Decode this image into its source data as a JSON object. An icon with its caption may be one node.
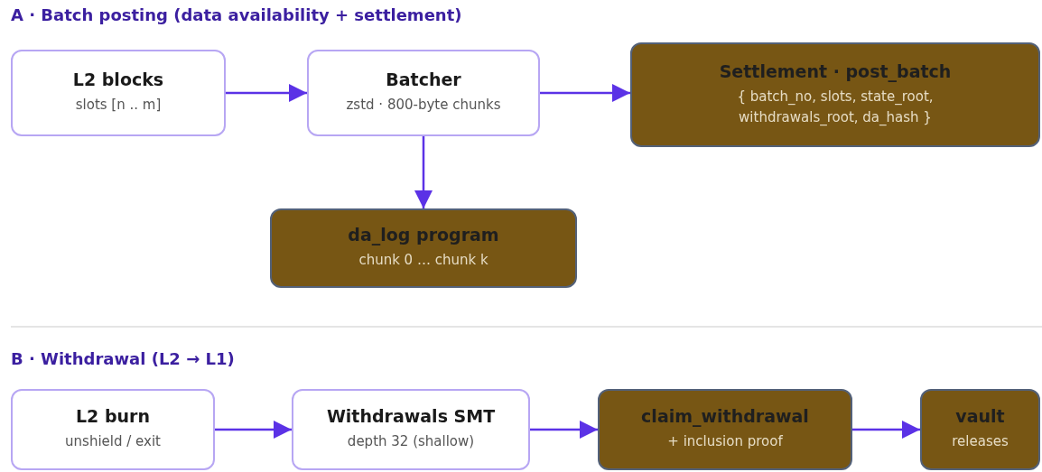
{
  "diagram": {
    "nodes": [
      {
        "text": [
          "L2 blocks",
          "slots [n .. m]"
        ]
      },
      {
        "text": [
          "Batcher",
          "zstd · 800-byte chunks"
        ]
      },
      {
        "text": [
          "Settlement · post_batch",
          "{ batch_no, slots, state_root, withdrawals_root, da_hash }"
        ]
      },
      {
        "text": [
          "da_log program",
          "chunk 0 … chunk k"
        ]
      },
      {
        "text": [
          "L2 burn",
          "unshield / exit"
        ]
      },
      {
        "text": [
          "Withdrawals SMT",
          "depth 32 (shallow)"
        ]
      },
      {
        "text": [
          "claim_withdrawal",
          "+ inclusion proof"
        ]
      },
      {
        "text": [
          "vault",
          "releases"
        ]
      }
    ],
    "edges": [
      {
        "from": 0,
        "to": 1,
        "arrow": "to"
      },
      {
        "from": 1,
        "to": 2,
        "arrow": "to"
      },
      {
        "from": 1,
        "to": 3,
        "arrow": "to"
      },
      {
        "from": 4,
        "to": 5,
        "arrow": "to"
      },
      {
        "from": 5,
        "to": 6,
        "arrow": "to"
      },
      {
        "from": 6,
        "to": 7,
        "arrow": "to"
      }
    ],
    "labels": [
      "A · Batch posting (data availability + settlement)",
      "B · Withdrawal (L2 → L1)"
    ]
  }
}
